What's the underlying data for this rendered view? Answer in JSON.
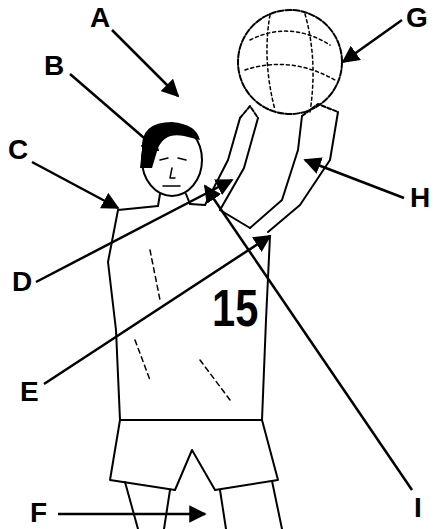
{
  "diagram": {
    "labels": [
      "A",
      "B",
      "C",
      "D",
      "E",
      "F",
      "G",
      "H",
      "I",
      "15"
    ]
  }
}
